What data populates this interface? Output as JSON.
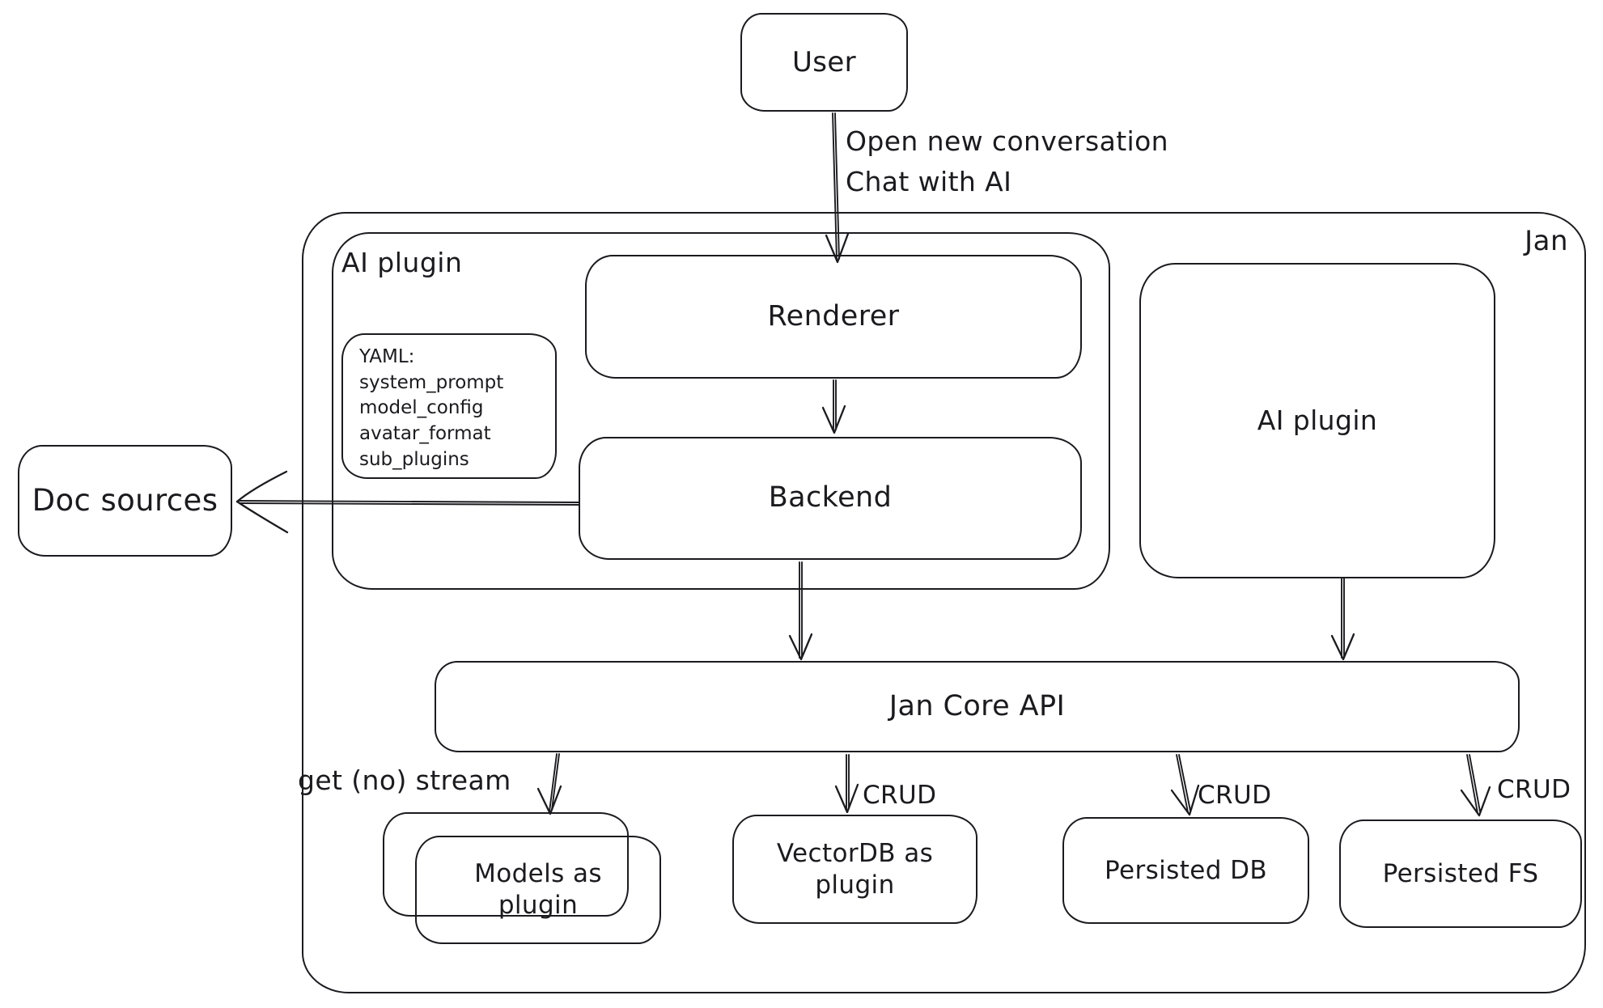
{
  "diagram": {
    "outer": {
      "jan_label": "Jan"
    },
    "nodes": {
      "user": "User",
      "ai_plugin_group": "AI plugin",
      "renderer": "Renderer",
      "backend": "Backend",
      "ai_plugin_right": "AI plugin",
      "doc_sources": "Doc sources",
      "jan_core_api": "Jan Core API",
      "models_as_plugin": "Models as\nplugin",
      "vectordb_as_plugin": "VectorDB as\nplugin",
      "persisted_db": "Persisted DB",
      "persisted_fs": "Persisted FS"
    },
    "yaml_note": {
      "title": "YAML:",
      "lines": [
        "system_prompt",
        "model_config",
        "avatar_format",
        "sub_plugins"
      ]
    },
    "edge_labels": {
      "user_to_jan": "Open new conversation\nChat with AI",
      "get_no_stream": "get (no) stream",
      "crud_vectordb": "CRUD",
      "crud_persisted_db": "CRUD",
      "crud_persisted_fs": "CRUD"
    },
    "colors": {
      "stroke": "#1b1b1f",
      "background": "#ffffff"
    }
  }
}
